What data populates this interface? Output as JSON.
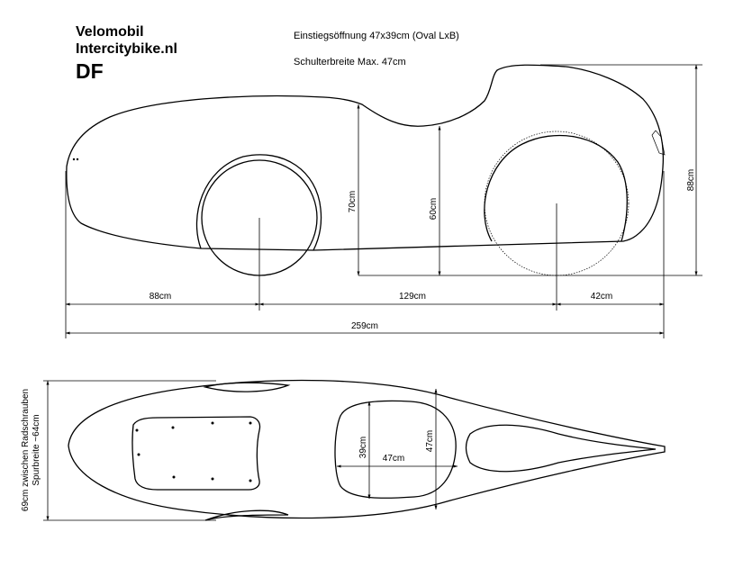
{
  "title": {
    "line1": "Velomobil",
    "line2": "Intercitybike.nl",
    "line3": "DF"
  },
  "notes": {
    "opening": "Einstiegsöffnung 47x39cm (Oval LxB)",
    "shoulder": "Schulterbreite Max. 47cm"
  },
  "side_view": {
    "dim_rear_height": "70cm",
    "dim_front_height": "60cm",
    "dim_total_height": "88cm",
    "dim_rear_overhang": "88cm",
    "dim_wheelbase": "129cm",
    "dim_front_overhang": "42cm",
    "dim_total_length": "259cm"
  },
  "top_view": {
    "dim_opening_width": "39cm",
    "dim_opening_length": "47cm",
    "dim_shoulder": "47cm",
    "side_label_line1": "69cm zwischen Radschrauben",
    "side_label_line2": "Spurbreite ~64cm"
  }
}
